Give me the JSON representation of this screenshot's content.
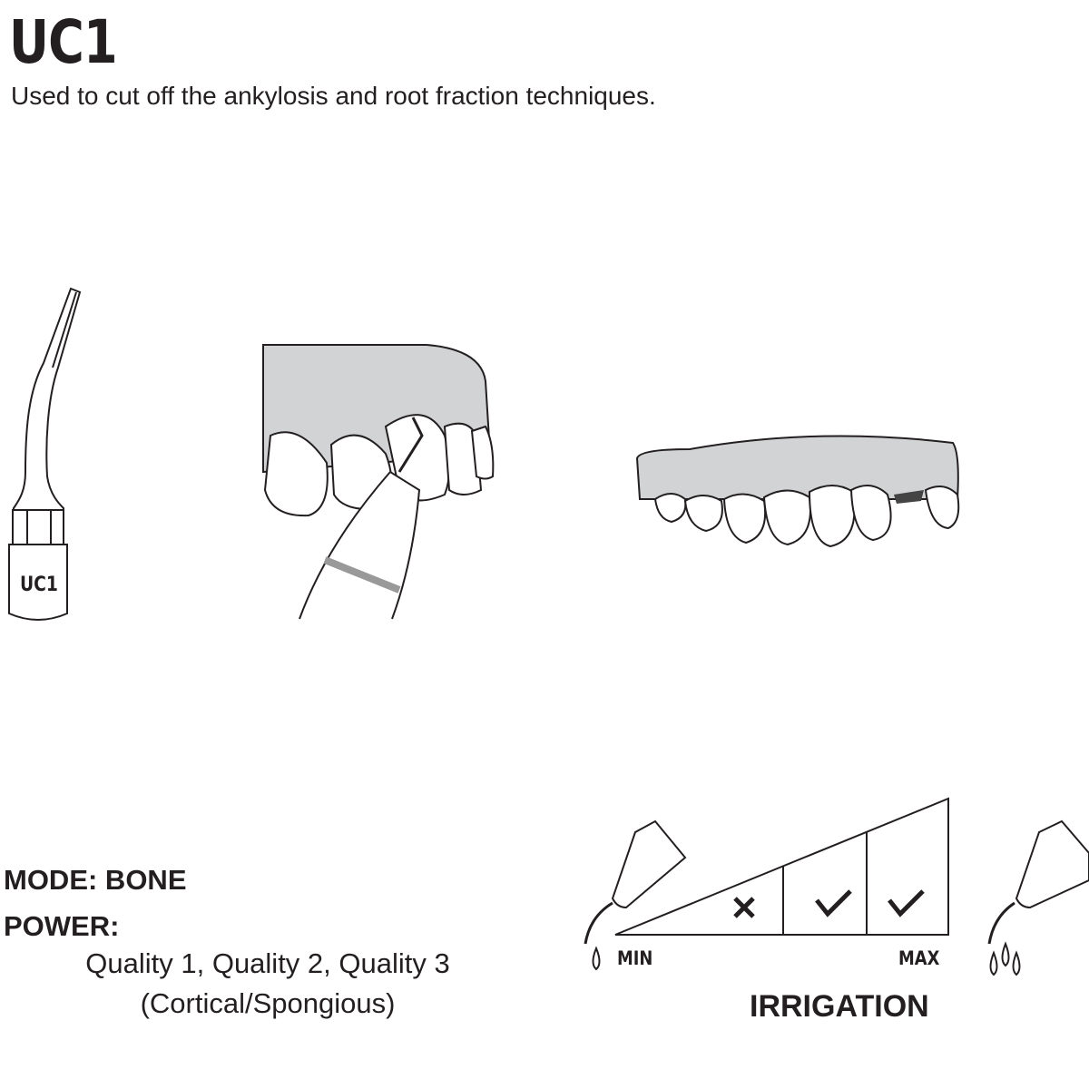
{
  "header": {
    "title": "UC1",
    "description": "Used to cut off the ankylosis and root fraction techniques."
  },
  "illustrations": {
    "tip_label": "UC1"
  },
  "settings": {
    "mode_label": "MODE: BONE",
    "power_label": "POWER:",
    "power_values": "Quality 1, Quality 2, Quality 3",
    "power_note": "(Cortical/Spongious)"
  },
  "irrigation": {
    "title": "IRRIGATION",
    "min_label": "MIN",
    "max_label": "MAX",
    "levels": [
      {
        "level": 1,
        "status": "not-recommended",
        "icon": "cross-icon"
      },
      {
        "level": 2,
        "status": "recommended",
        "icon": "check-icon"
      },
      {
        "level": 3,
        "status": "recommended",
        "icon": "check-icon"
      }
    ]
  }
}
